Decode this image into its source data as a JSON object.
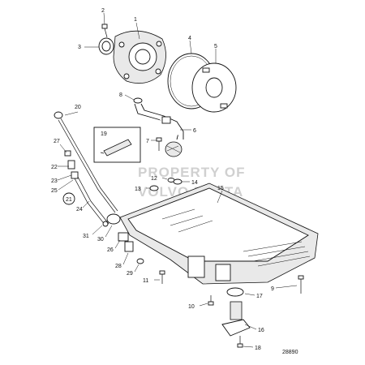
{
  "diagram": {
    "callouts": [
      "1",
      "2",
      "3",
      "4",
      "5",
      "6",
      "7",
      "8",
      "9",
      "10",
      "11",
      "12",
      "13",
      "14",
      "15",
      "16",
      "17",
      "18",
      "19",
      "20",
      "21",
      "22",
      "23",
      "24",
      "25",
      "26",
      "27",
      "28",
      "29",
      "30",
      "31"
    ],
    "watermark": [
      "PROPERTY OF",
      "VOLVO PENTA"
    ],
    "figure_number": "28890"
  }
}
